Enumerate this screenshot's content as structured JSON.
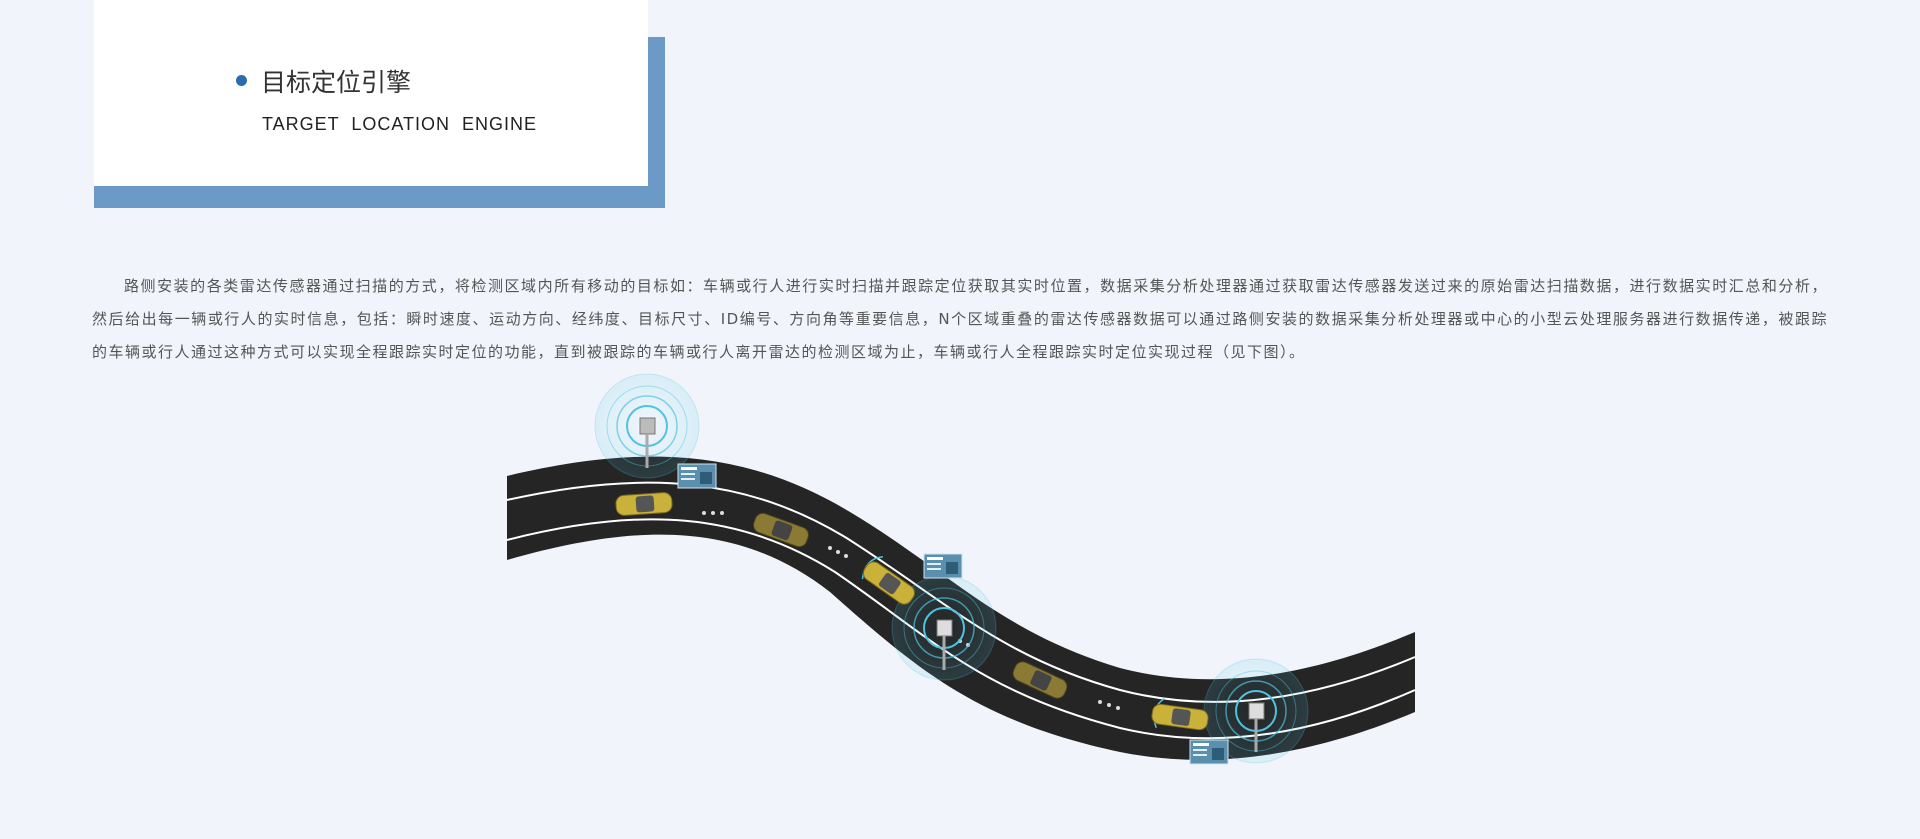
{
  "section": {
    "title_cn": "目标定位引擎",
    "title_en": "TARGET  LOCATION  ENGINE"
  },
  "description": "路侧安装的各类雷达传感器通过扫描的方式，将检测区域内所有移动的目标如：车辆或行人进行实时扫描并跟踪定位获取其实时位置，数据采集分析处理器通过获取雷达传感器发送过来的原始雷达扫描数据，进行数据实时汇总和分析，然后给出每一辆或行人的实时信息，包括：瞬时速度、运动方向、经纬度、目标尺寸、ID编号、方向角等重要信息，N个区域重叠的雷达传感器数据可以通过路侧安装的数据采集分析处理器或中心的小型云处理服务器进行数据传递，被跟踪的车辆或行人通过这种方式可以实现全程跟踪实时定位的功能，直到被跟踪的车辆或行人离开雷达的检测区域为止，车辆或行人全程跟踪实时定位实现过程（见下图）。",
  "colors": {
    "background": "#f1f5fb",
    "accent_shadow": "#6b9ac7",
    "bullet": "#2b6cb0",
    "road": "#252525",
    "radar_wave": "#4fc3e0",
    "car": "#c9b13a"
  },
  "illustration": {
    "icons": [
      "radar-sensor-icon",
      "vehicle-icon",
      "data-panel-icon",
      "road"
    ]
  }
}
